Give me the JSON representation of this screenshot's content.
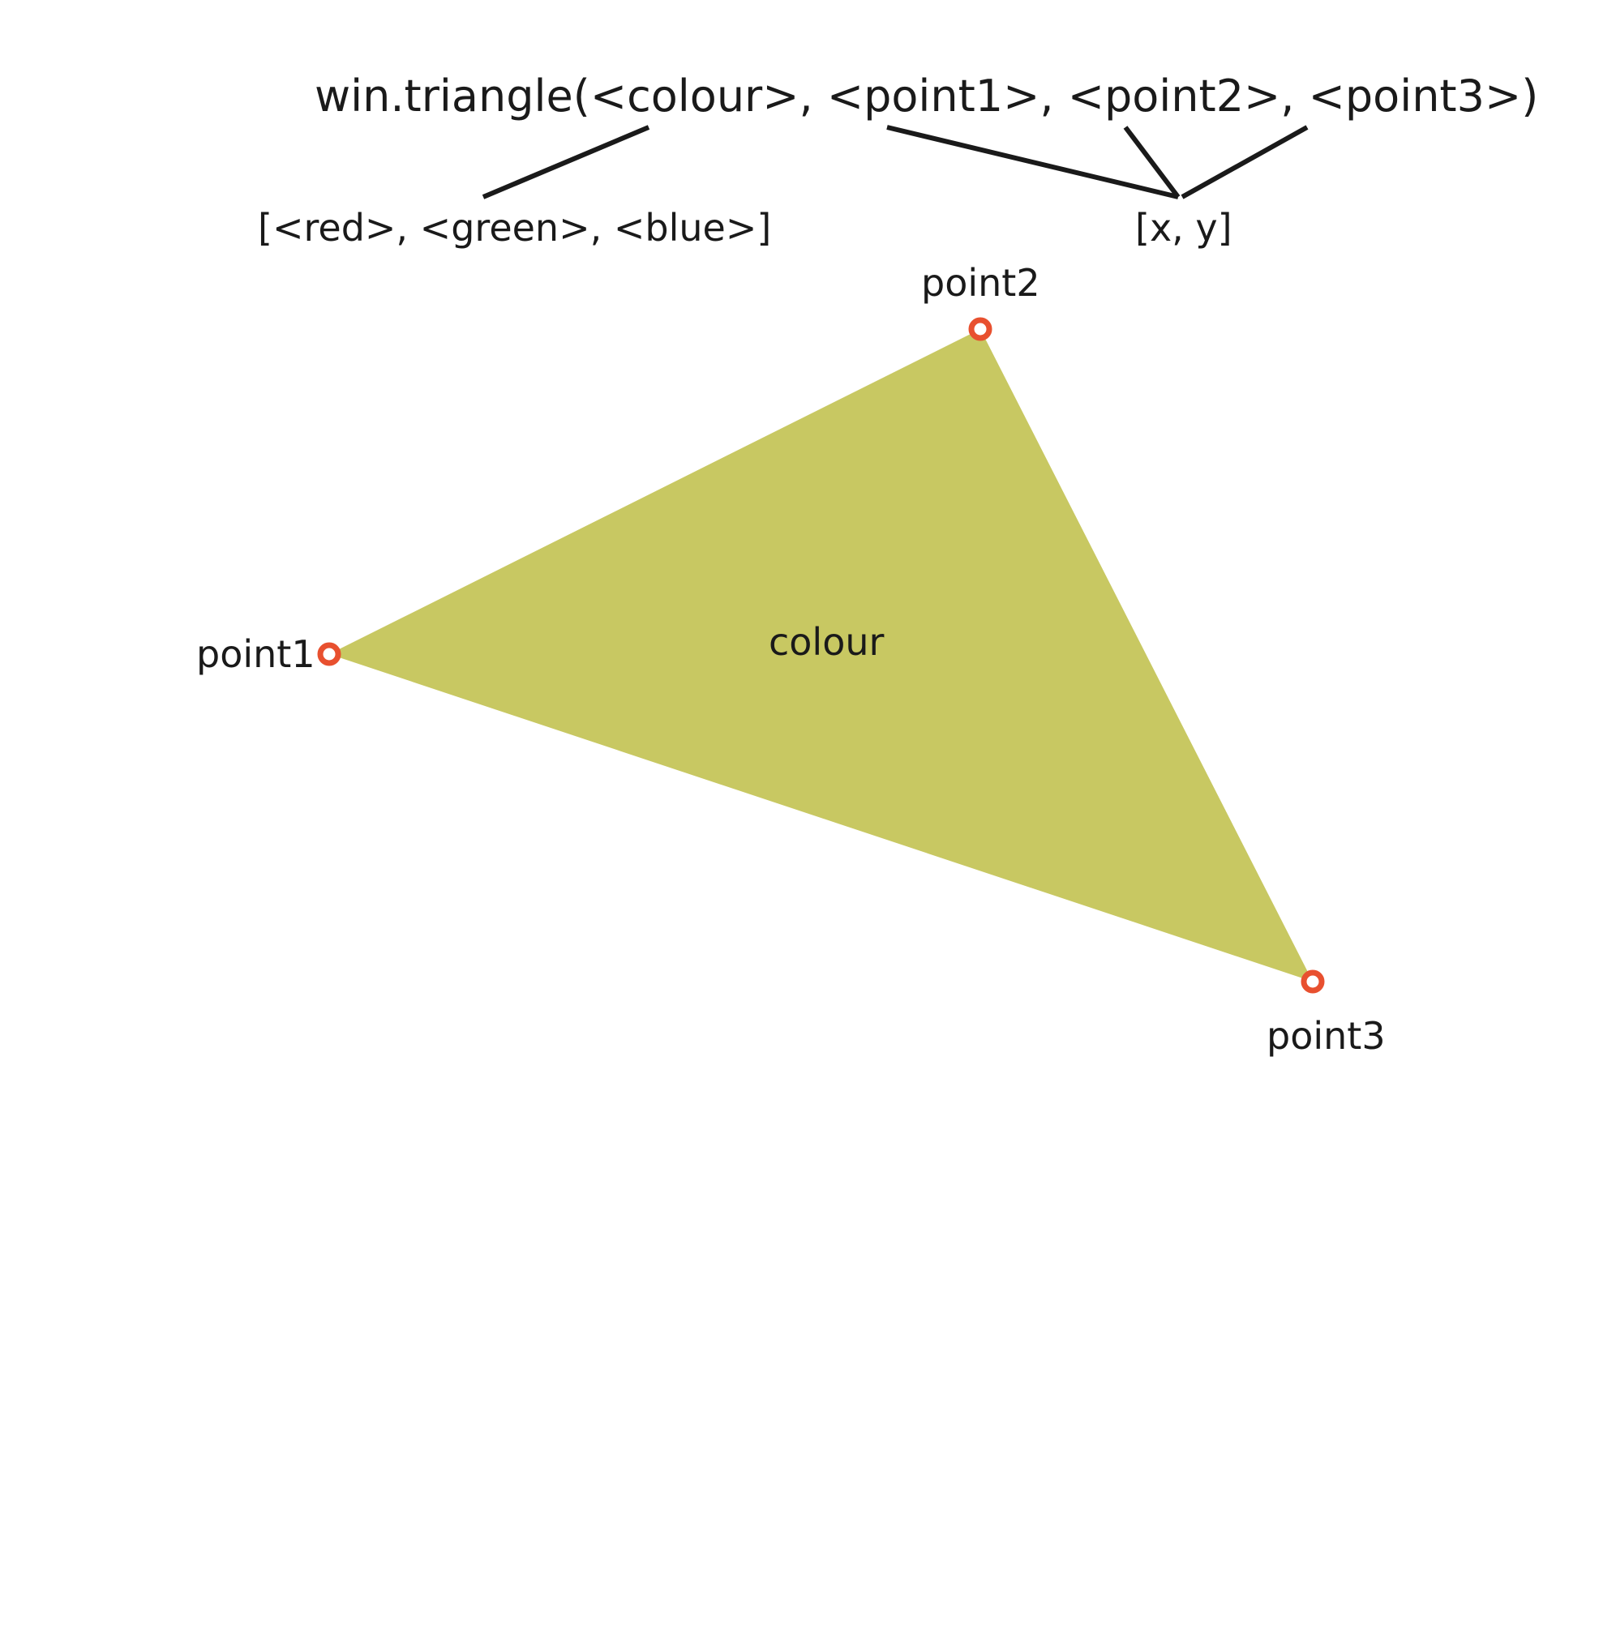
{
  "code": {
    "signature": "win.triangle(<colour>, <point1>, <point2>, <point3>)"
  },
  "annotations": {
    "colour_format": "[<red>, <green>, <blue>]",
    "point_format": "[x, y]"
  },
  "triangle": {
    "fill_color": "#c8c862",
    "marker_color": "#e8502f",
    "fill_label": "colour",
    "vertex_labels": {
      "point1": "point1",
      "point2": "point2",
      "point3": "point3"
    }
  }
}
